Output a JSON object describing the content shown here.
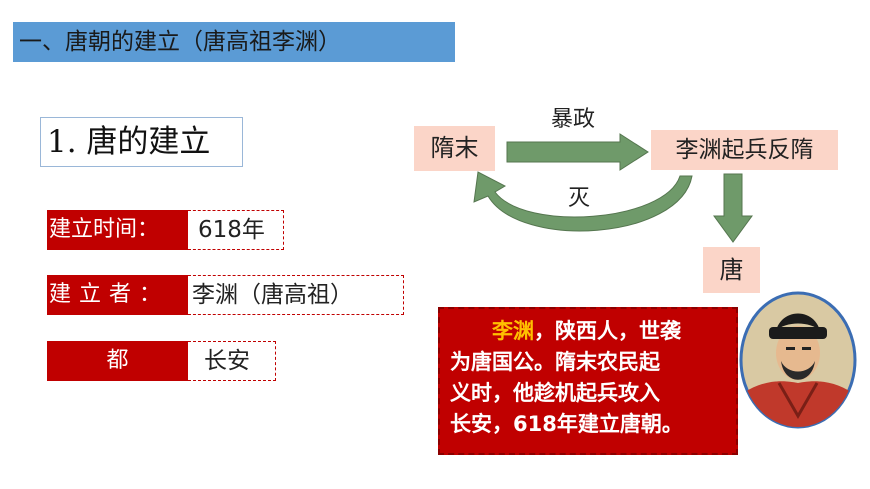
{
  "slide": {
    "title": "一、唐朝的建立（唐高祖李渊）",
    "section_heading": "1. 唐的建立"
  },
  "facts": [
    {
      "label": "建立时间：",
      "value": "618年"
    },
    {
      "label": "建立者：",
      "value": "李渊（唐高祖）"
    },
    {
      "label": "都",
      "value": "长安"
    }
  ],
  "diagram": {
    "sui_end": "隋末",
    "tyranny": "暴政",
    "liyuan_revolt": "李渊起兵反隋",
    "destroy": "灭",
    "tang": "唐"
  },
  "info": {
    "name": "李渊",
    "rest_line1": "，陕西人，世袭",
    "line2": "为唐国公。隋末农民起",
    "line3": "义时，他趁机起兵攻入",
    "line4": "长安，618年建立唐朝。"
  },
  "colors": {
    "title_bar": "#5b9bd5",
    "label_red": "#c00000",
    "pink_box": "#fbd5c8",
    "arrow_green": "#6f9a6a",
    "highlight": "#ffc000"
  }
}
